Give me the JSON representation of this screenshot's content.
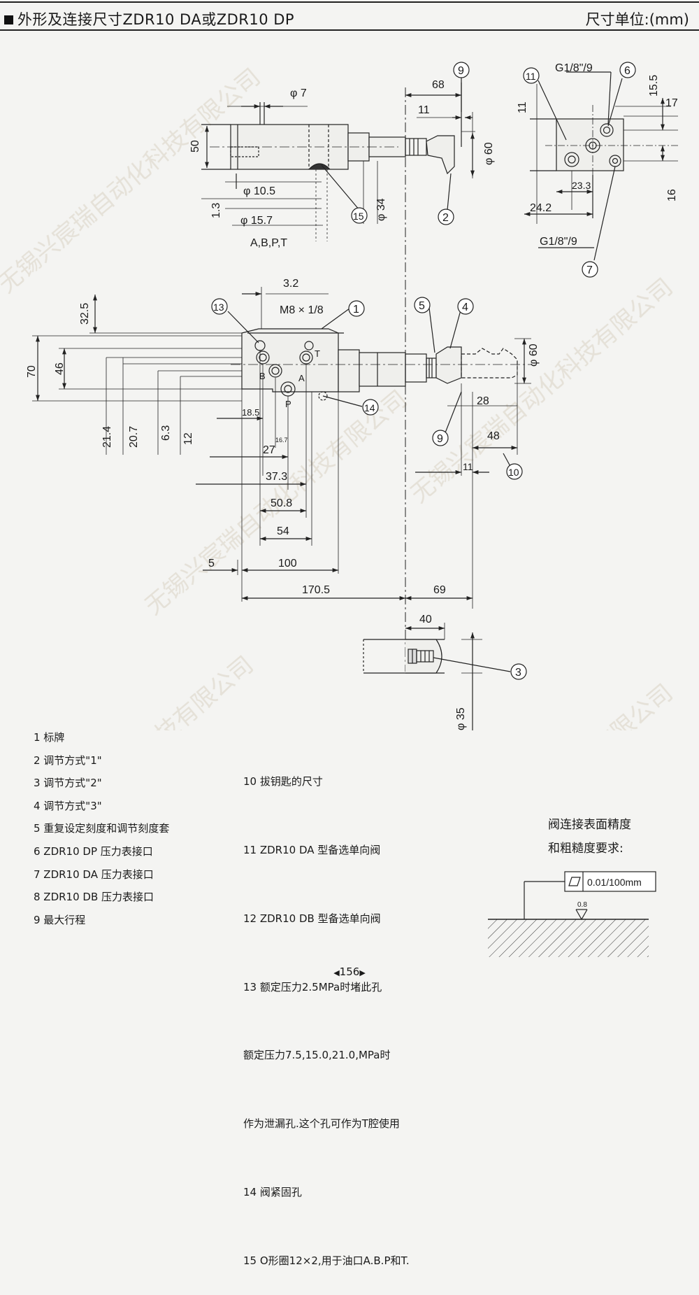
{
  "header": {
    "title": "外形及连接尺寸ZDR10 DA或ZDR10 DP",
    "units": "尺寸单位:(mm)"
  },
  "watermark": "无锡兴宸瑞自动化科技有限公司",
  "top_view": {
    "dims": {
      "phi7": "φ 7",
      "h50": "50",
      "phi10_5": "φ 10.5",
      "d1_3": "1.3",
      "phi15_7": "φ 15.7",
      "ports": "A,B,P,T",
      "phi34": "φ 34",
      "d68": "68",
      "d11": "11",
      "phi60": "φ 60"
    },
    "callouts": {
      "c9": "9",
      "c15": "15",
      "c2": "2"
    }
  },
  "side_view": {
    "dims": {
      "g18_9_top": "G1/8\"/9",
      "d15_5": "15.5",
      "d17": "17",
      "d11": "11",
      "d23_3": "23.3",
      "d24_2": "24.2",
      "d16": "16",
      "g18_9_bot": "G1/8\"/9"
    },
    "callouts": {
      "c11": "11",
      "c6": "6",
      "c7": "7"
    }
  },
  "front_view": {
    "dims": {
      "d3_2": "3.2",
      "m8": "M8 × 1/8",
      "d32_5": "32.5",
      "d70": "70",
      "d46": "46",
      "d21_4": "21.4",
      "d20_7": "20.7",
      "d6_3": "6.3",
      "d12": "12",
      "d18_5": "18.5",
      "d16_7": "16.7",
      "d27": "27",
      "d37_3": "37.3",
      "d50_8": "50.8",
      "d54": "54",
      "d5": "5",
      "d100": "100",
      "d170_5": "170.5",
      "d69": "69",
      "d28": "28",
      "d48": "48",
      "d11": "11",
      "phi60": "φ 60"
    },
    "port_labels": {
      "t": "T",
      "b": "B",
      "a": "A",
      "p": "P"
    },
    "callouts": {
      "c13": "13",
      "c1": "1",
      "c5": "5",
      "c4": "4",
      "c14": "14",
      "c9": "9",
      "c10": "10"
    }
  },
  "detail_view": {
    "dims": {
      "d40": "40",
      "phi35": "φ 35"
    },
    "callouts": {
      "c3": "3"
    }
  },
  "legend_left": [
    "1 标牌",
    "2 调节方式\"1\"",
    "3 调节方式\"2\"",
    "4 调节方式\"3\"",
    "5 重复设定刻度和调节刻度套",
    "6 ZDR10  DP  压力表接口",
    "7 ZDR10  DA  压力表接口",
    "8 ZDR10  DB  压力表接口",
    "9 最大行程"
  ],
  "legend_right": [
    "10 拔钥匙的尺寸",
    "11 ZDR10  DA  型备选单向阀",
    "12 ZDR10  DB  型备选单向阀",
    "13 额定压力2.5MPa时堵此孔",
    "    额定压力7.5,15.0,21.0,MPa时",
    "    作为泄漏孔.这个孔可作为T腔使用",
    "14 阀紧固孔",
    "15 O形圈12×2,用于油口A.B.P和T."
  ],
  "surface_req": {
    "line1": "阀连接表面精度",
    "line2": "和粗糙度要求:",
    "flatness": "0.01/100mm",
    "roughness": "0.8"
  },
  "page_number": "156"
}
